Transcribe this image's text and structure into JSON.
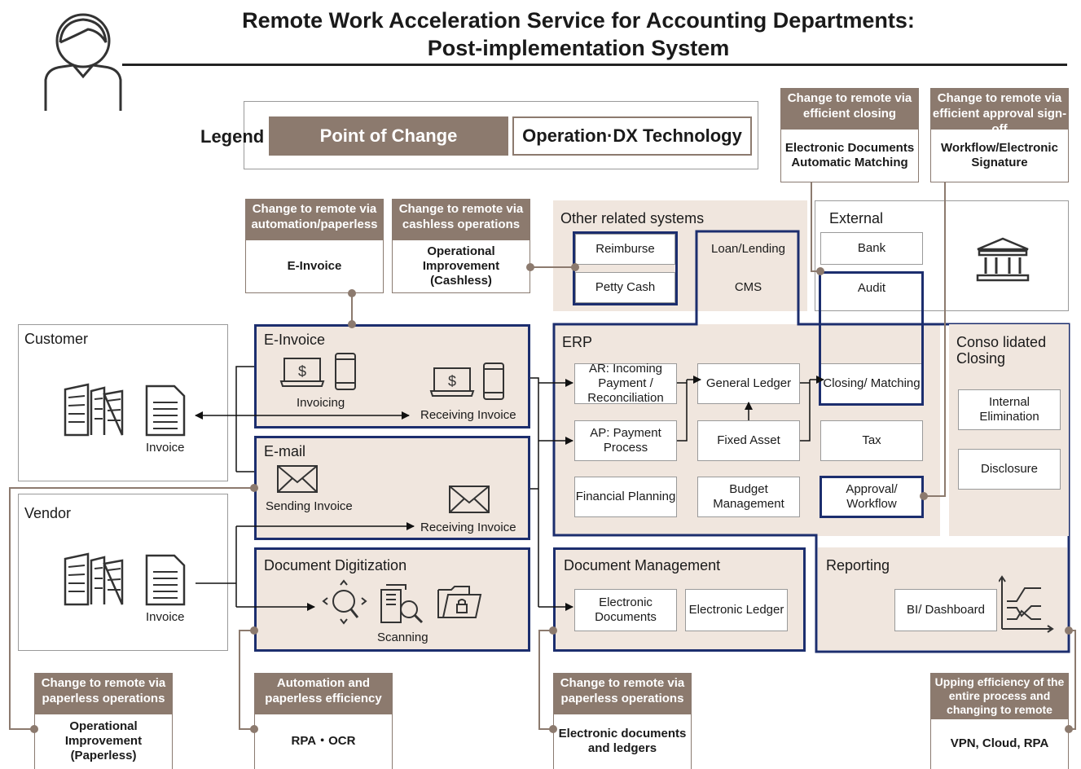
{
  "title": {
    "line1": "Remote Work Acceleration Service for Accounting Departments:",
    "line2": "Post-implementation System"
  },
  "legend": {
    "label": "Legend",
    "point_of_change": "Point of Change",
    "operation_dx": "Operation·DX Technology"
  },
  "callouts": {
    "closing": {
      "header": "Change to remote via efficient closing",
      "body": "Electronic Documents Automatic Matching"
    },
    "approval": {
      "header": "Change to remote via efficient approval sign-off",
      "body": "Workflow/Electronic Signature"
    },
    "automation": {
      "header": "Change to remote via automation/paperless",
      "body": "E-Invoice"
    },
    "cashless": {
      "header": "Change to remote via cashless operations",
      "body": "Operational Improvement (Cashless)"
    },
    "paperless_vendor": {
      "header": "Change to remote via paperless operations",
      "body": "Operational Improvement (Paperless)"
    },
    "rpa": {
      "header": "Automation and paperless efficiency",
      "body": "RPA・OCR"
    },
    "docs": {
      "header": "Change to remote via paperless operations",
      "body": "Electronic documents and ledgers"
    },
    "vpn": {
      "header": "Upping efficiency of the entire process and changing to remote",
      "body": "VPN, Cloud, RPA"
    }
  },
  "other_systems": {
    "label": "Other related systems",
    "reimburse": "Reimburse",
    "petty_cash": "Petty Cash",
    "loan": "Loan/Lending",
    "cms": "CMS"
  },
  "external": {
    "label": "External",
    "bank": "Bank",
    "audit": "Audit",
    "icon": "bank-building-icon"
  },
  "customer": {
    "label": "Customer",
    "invoice": "Invoice"
  },
  "vendor": {
    "label": "Vendor",
    "invoice": "Invoice"
  },
  "einvoice": {
    "label": "E-Invoice",
    "invoicing": "Invoicing",
    "receiving": "Receiving Invoice"
  },
  "email": {
    "label": "E-mail",
    "sending": "Sending Invoice",
    "receiving": "Receiving Invoice"
  },
  "digitization": {
    "label": "Document Digitization",
    "scanning": "Scanning"
  },
  "erp": {
    "label": "ERP",
    "ar": "AR: Incoming Payment / Reconciliation",
    "ap": "AP: Payment Process",
    "gl": "General Ledger",
    "fixed_asset": "Fixed Asset",
    "closing": "Closing/ Matching",
    "tax": "Tax",
    "financial_planning": "Financial Planning",
    "budget": "Budget Management",
    "approval": "Approval/ Workflow"
  },
  "consolidated": {
    "label": "Conso lidated Closing",
    "internal": "Internal Elimination",
    "disclosure": "Disclosure"
  },
  "doc_mgmt": {
    "label": "Document Management",
    "edocs": "Electronic Documents",
    "eledger": "Electronic Ledger"
  },
  "reporting": {
    "label": "Reporting",
    "bi": "BI/ Dashboard"
  },
  "colors": {
    "navy": "#1c2e6e",
    "brown": "#8c7a6e",
    "tan": "#f0e6de"
  }
}
